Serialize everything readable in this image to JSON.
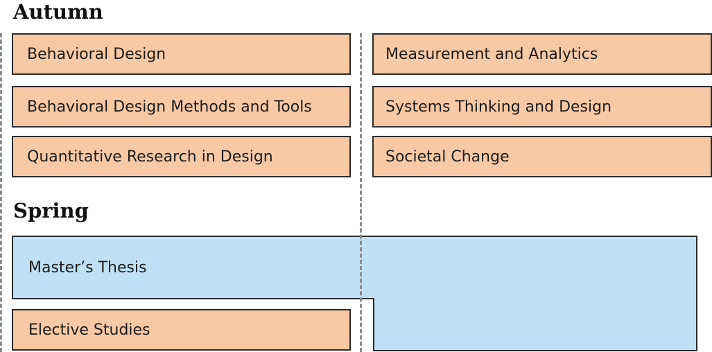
{
  "colors": {
    "autumn_box": "#f8c9a5",
    "spring_block": "#bfe0f5",
    "border": "#2b2b2b",
    "divider": "#8a8a8a"
  },
  "autumn": {
    "title": "Autumn",
    "left_courses": [
      "Behavioral Design",
      "Behavioral Design Methods and Tools",
      "Quantitative Research in Design"
    ],
    "right_courses": [
      "Measurement and  Analytics",
      "Systems Thinking and Design",
      "Societal Change"
    ]
  },
  "spring": {
    "title": "Spring",
    "thesis": "Master’s Thesis",
    "elective": "Elective Studies"
  }
}
